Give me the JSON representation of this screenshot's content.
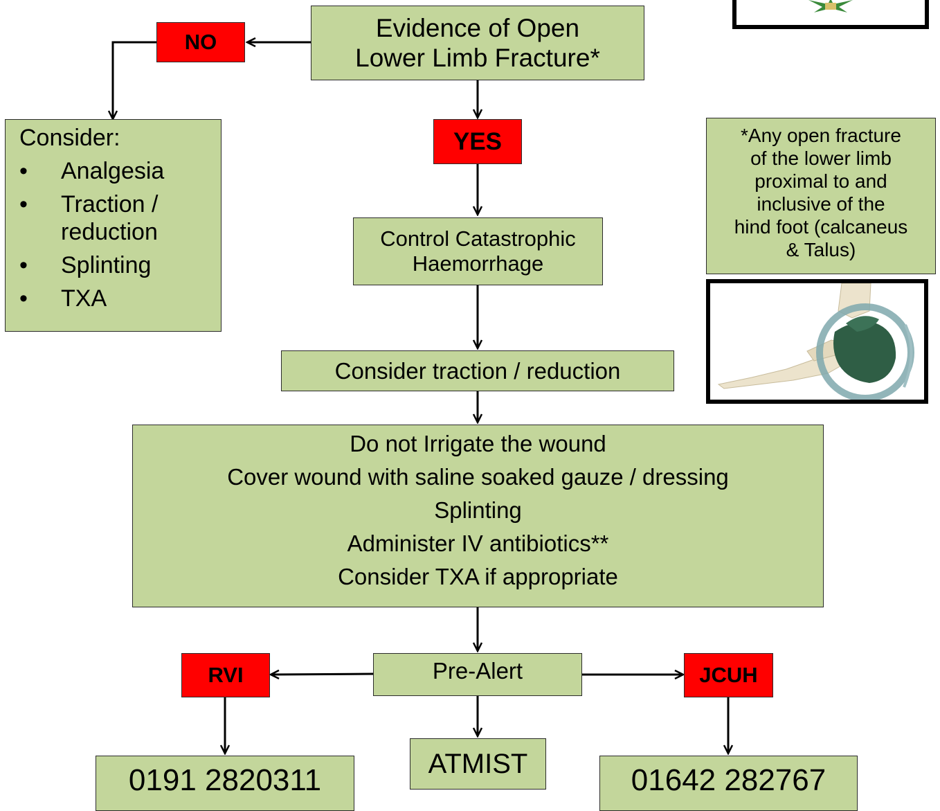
{
  "nodes": {
    "evidence": [
      "Evidence of Open",
      "Lower Limb Fracture*"
    ],
    "no": "NO",
    "yes": "YES",
    "consider": {
      "heading": "Consider:",
      "bullet_symbol": "•",
      "items": [
        [
          "Analgesia"
        ],
        [
          "Traction /",
          "reduction"
        ],
        [
          "Splinting"
        ],
        [
          "TXA"
        ]
      ]
    },
    "control": [
      "Control Catastrophic",
      "Haemorrhage"
    ],
    "traction": "Consider traction / reduction",
    "wound": [
      "Do not Irrigate the wound",
      "Cover wound with saline soaked gauze / dressing",
      "Splinting",
      "Administer IV antibiotics**",
      "Consider TXA if appropriate"
    ],
    "prealert": "Pre-Alert",
    "rvi": "RVI",
    "jcuh": "JCUH",
    "atmist": "ATMIST",
    "rvi_phone": "0191 2820311",
    "jcuh_phone": "01642 282767"
  },
  "footnote": [
    "*Any open fracture",
    "of the lower limb",
    "proximal to and",
    "inclusive of  the",
    "hind foot (calcaneus",
    "& Talus)"
  ],
  "colors": {
    "green": "#c3d69b",
    "red": "#ff0000",
    "hindfoot_highlight": "#2f5e45",
    "bone": "#ece3cc",
    "ring": "#7fa8ad"
  }
}
